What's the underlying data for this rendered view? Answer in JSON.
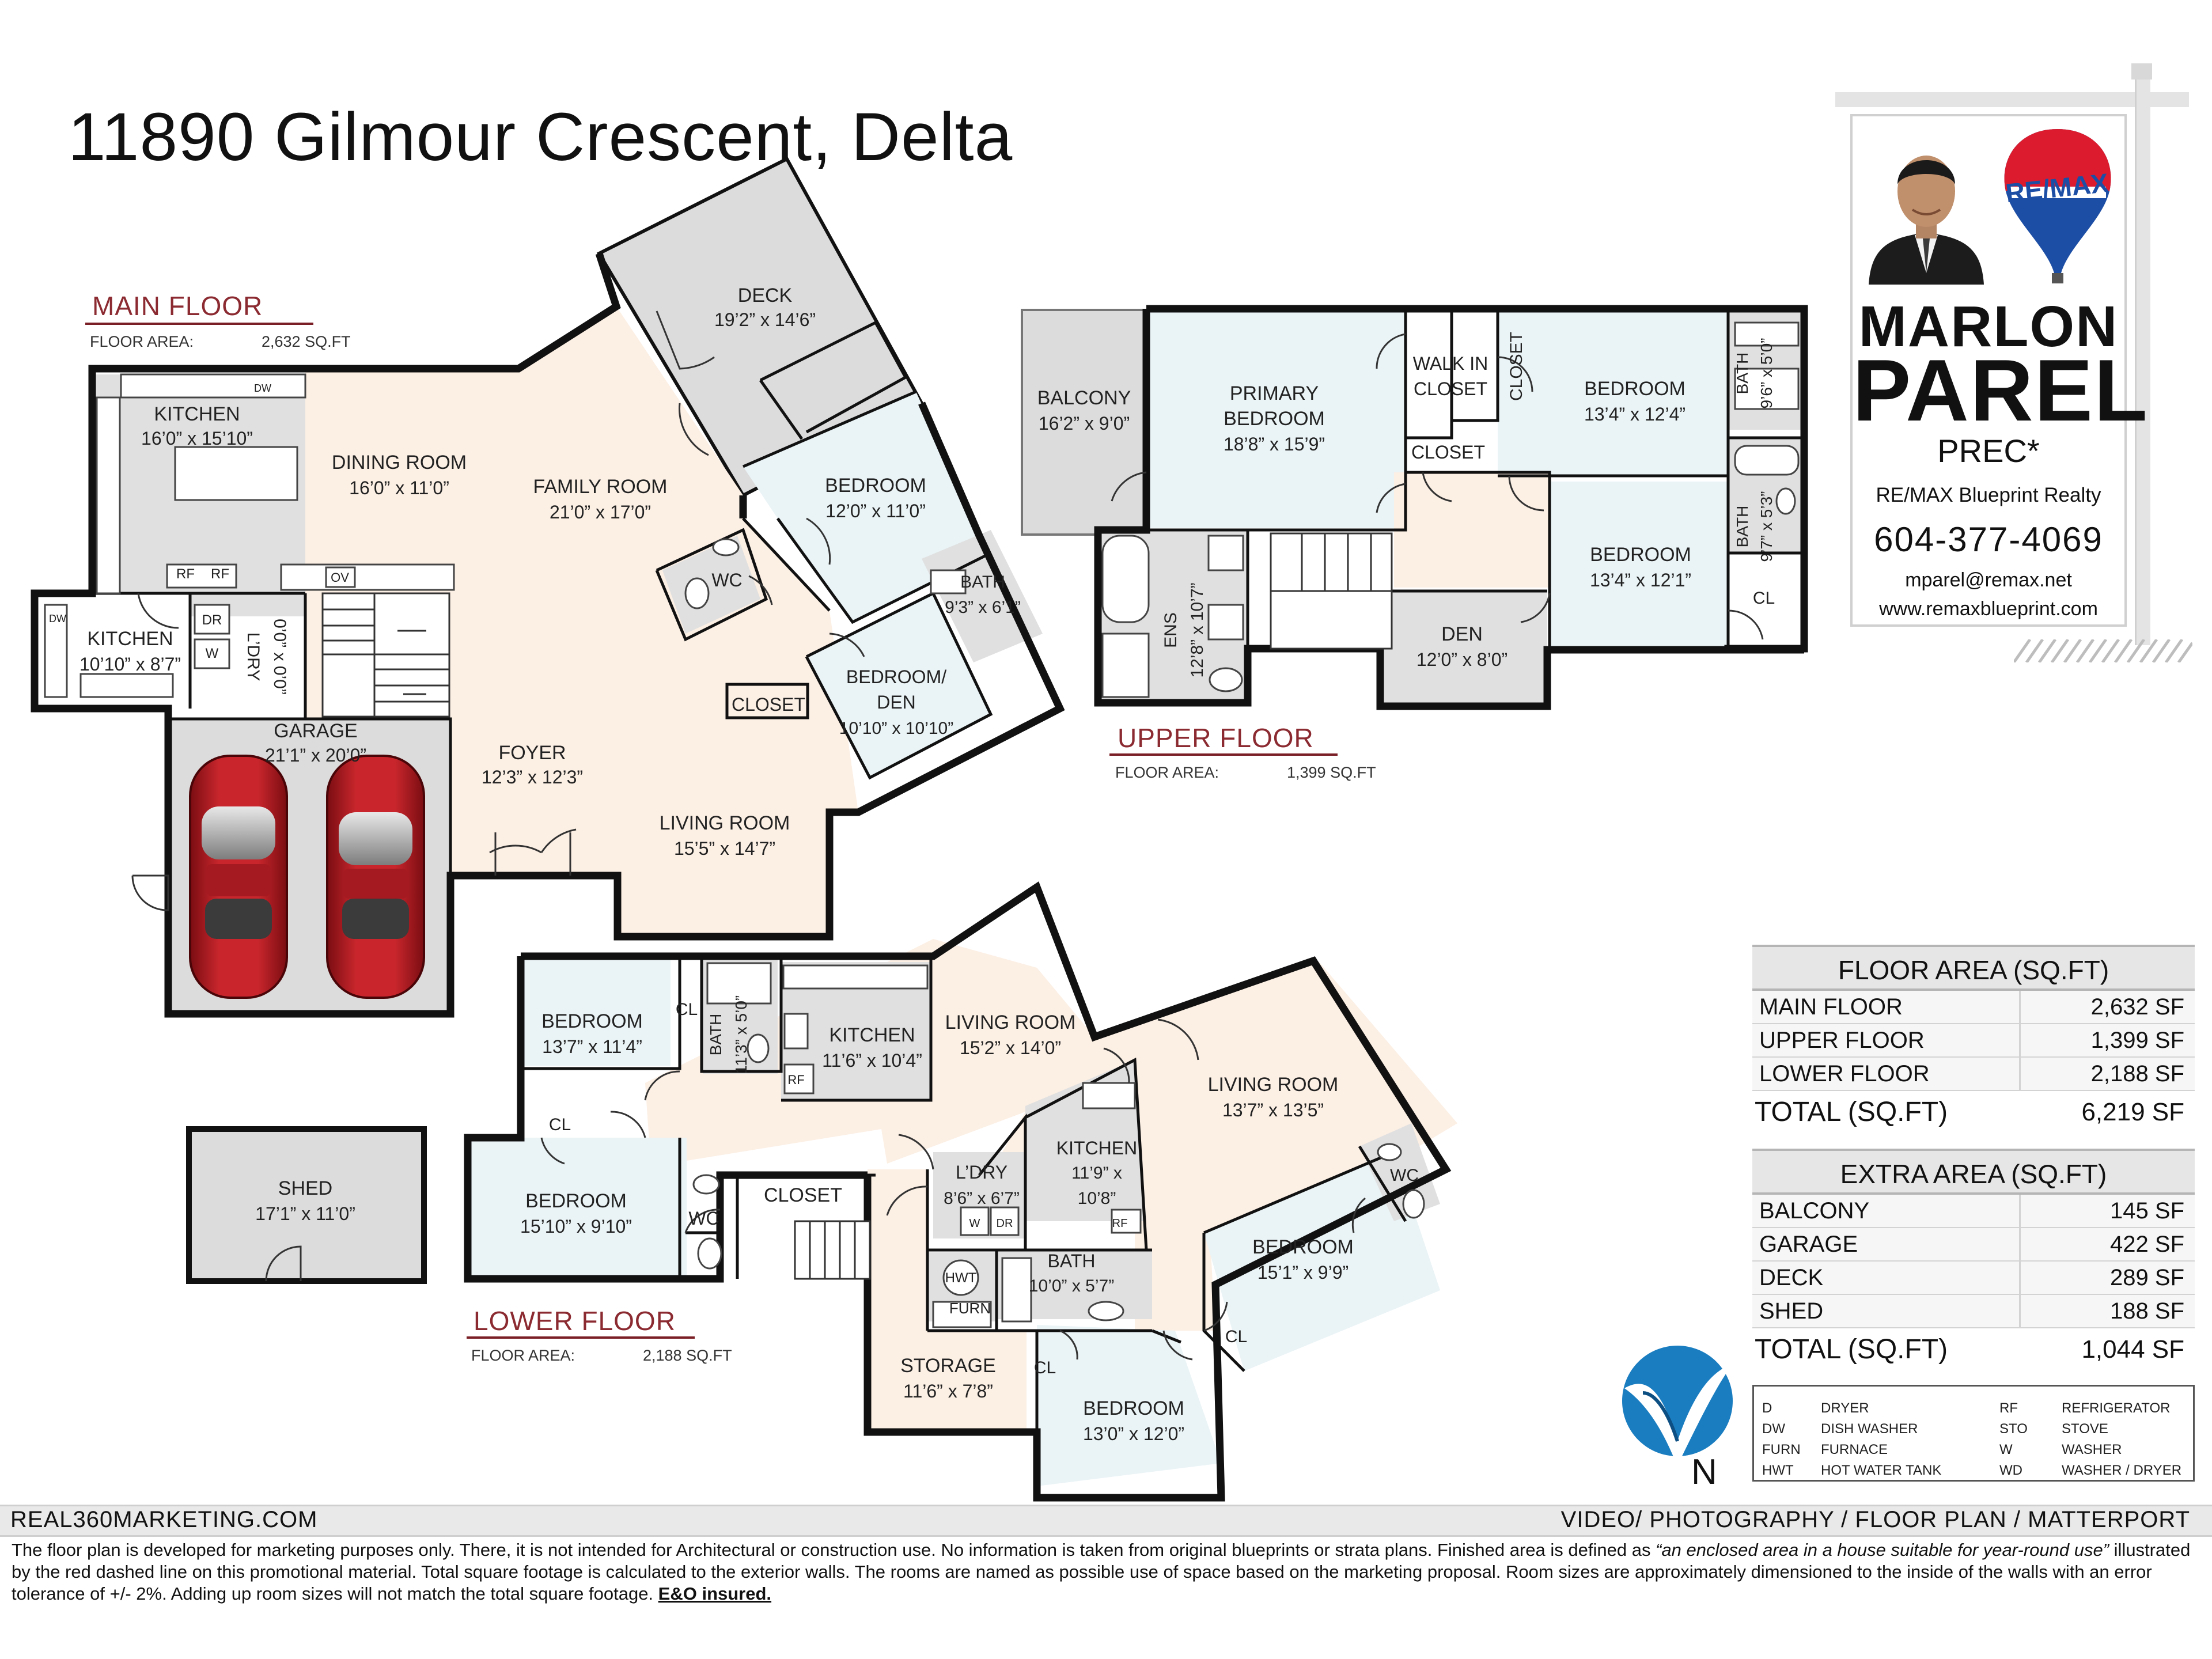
{
  "title": "11890 Gilmour Crescent, Delta",
  "floors": {
    "main": {
      "name": "MAIN FLOOR",
      "area_label": "FLOOR AREA:",
      "area_value": "2,632 SQ.FT"
    },
    "upper": {
      "name": "UPPER FLOOR",
      "area_label": "FLOOR AREA:",
      "area_value": "1,399 SQ.FT"
    },
    "lower": {
      "name": "LOWER FLOOR",
      "area_label": "FLOOR AREA:",
      "area_value": "2,188 SQ.FT"
    }
  },
  "rooms": {
    "deck": [
      "DECK",
      "19’2” x 14’6”"
    ],
    "main_kitchen": [
      "KITCHEN",
      "16’0” x 15’10”"
    ],
    "dining": [
      "DINING ROOM",
      "16’0” x 11’0”"
    ],
    "family": [
      "FAMILY ROOM",
      "21’0” x 17’0”"
    ],
    "main_bedroom": [
      "BEDROOM",
      "12’0” x 11’0”"
    ],
    "main_wc": [
      "WC"
    ],
    "main_bath": [
      "BATH",
      "9’3” x 6’1”"
    ],
    "wok_kitchen": [
      "KITCHEN",
      "10’10” x 8’7”"
    ],
    "main_laundry": [
      "L’DRY",
      "0’0” x 0’0”"
    ],
    "garage": [
      "GARAGE",
      "21’1” x 20’0”"
    ],
    "foyer": [
      "FOYER",
      "12’3” x 12’3”"
    ],
    "main_closet": [
      "CLOSET"
    ],
    "bedroom_den": [
      "BEDROOM/",
      "DEN",
      "10’10” x 10’10”"
    ],
    "main_living": [
      "LIVING ROOM",
      "15’5” x 14’7”"
    ],
    "balcony": [
      "BALCONY",
      "16’2” x 9’0”"
    ],
    "primary": [
      "PRIMARY",
      "BEDROOM",
      "18’8” x 15’9”"
    ],
    "walkin": [
      "WALK IN",
      "CLOSET"
    ],
    "up_closet_v": [
      "CLOSET"
    ],
    "up_bed1": [
      "BEDROOM",
      "13’4” x 12’4”"
    ],
    "up_bath1": [
      "BATH",
      "9’6” x 5’0”"
    ],
    "up_closet": [
      "CLOSET"
    ],
    "up_bed2": [
      "BEDROOM",
      "13’4” x 12’1”"
    ],
    "up_bath2": [
      "BATH",
      "9’7” x 5’3”"
    ],
    "up_cl": [
      "CL"
    ],
    "ens": [
      "ENS",
      "12’8” x 10’7”"
    ],
    "up_den": [
      "DEN",
      "12’0” x 8’0”"
    ],
    "lw_bed1": [
      "BEDROOM",
      "13’7” x 11’4”"
    ],
    "lw_cl1": [
      "CL"
    ],
    "lw_bath1": [
      "BATH",
      "11’3” x 5’0”"
    ],
    "lw_kitchen1": [
      "KITCHEN",
      "11’6” x 10’4”"
    ],
    "lw_living1": [
      "LIVING ROOM",
      "15’2” x 14’0”"
    ],
    "lw_living2": [
      "LIVING ROOM",
      "13’7” x 13’5”"
    ],
    "shed": [
      "SHED",
      "17’1” x 11’0”"
    ],
    "lw_cl2": [
      "CL"
    ],
    "lw_bed2": [
      "BEDROOM",
      "15’10” x 9’10”"
    ],
    "lw_wc1": [
      "WC"
    ],
    "lw_closet": [
      "CLOSET"
    ],
    "lw_laundry": [
      "L’DRY",
      "8’6” x 6’7”"
    ],
    "lw_kitchen2": [
      "KITCHEN",
      "11’9” x",
      "10’8”"
    ],
    "lw_wc2": [
      "WC"
    ],
    "lw_bed3": [
      "BEDROOM",
      "15’1” x 9’9”"
    ],
    "lw_bath2": [
      "BATH",
      "10’0” x 5’7”"
    ],
    "storage": [
      "STORAGE",
      "11’6” x 7’8”"
    ],
    "lw_cl3": [
      "CL"
    ],
    "lw_cl4": [
      "CL"
    ],
    "lw_bed4": [
      "BEDROOM",
      "13’0” x 12’0”"
    ]
  },
  "fixture_labels": {
    "dw": "DW",
    "dr": "DR",
    "w": "W",
    "rf": "RF",
    "ov": "OV",
    "hwt": "HWT",
    "furn": "FURN"
  },
  "agent": {
    "first": "MARLON",
    "last": "PAREL",
    "designation": "PREC*",
    "company": "RE/MAX Blueprint Realty",
    "phone": "604-377-4069",
    "email": "mparel@remax.net",
    "website": "www.remaxblueprint.com",
    "brand": "RE/MAX"
  },
  "floor_area_table": {
    "heading": "FLOOR AREA (SQ.FT)",
    "rows": [
      {
        "label": "MAIN FLOOR",
        "value": "2,632 SF"
      },
      {
        "label": "UPPER FLOOR",
        "value": "1,399 SF"
      },
      {
        "label": "LOWER FLOOR",
        "value": "2,188 SF"
      }
    ],
    "total_label": "TOTAL (SQ.FT)",
    "total_value": "6,219 SF"
  },
  "extra_area_table": {
    "heading": "EXTRA AREA (SQ.FT)",
    "rows": [
      {
        "label": "BALCONY",
        "value": "145 SF"
      },
      {
        "label": "GARAGE",
        "value": "422 SF"
      },
      {
        "label": "DECK",
        "value": "289 SF"
      },
      {
        "label": "SHED",
        "value": "188 SF"
      }
    ],
    "total_label": "TOTAL (SQ.FT)",
    "total_value": "1,044 SF"
  },
  "legend": [
    {
      "abbr": "D",
      "meaning": "DRYER"
    },
    {
      "abbr": "DW",
      "meaning": "DISH WASHER"
    },
    {
      "abbr": "FURN",
      "meaning": "FURNACE"
    },
    {
      "abbr": "HWT",
      "meaning": "HOT WATER TANK"
    },
    {
      "abbr": "RF",
      "meaning": "REFRIGERATOR"
    },
    {
      "abbr": "STO",
      "meaning": "STOVE"
    },
    {
      "abbr": "W",
      "meaning": "WASHER"
    },
    {
      "abbr": "WD",
      "meaning": "WASHER / DRYER"
    }
  ],
  "compass": {
    "letter": "N"
  },
  "footer": {
    "left": "REAL360MARKETING.COM",
    "right": "VIDEO/ PHOTOGRAPHY / FLOOR PLAN / MATTERPORT",
    "disclaimer_a": "The floor plan is developed for marketing purposes only. There, it is not intended for Architectural or construction use. No information is  taken from original blueprints or strata plans. Finished area is defined as ",
    "disclaimer_em": "“an enclosed area in a house suitable for year-round use”",
    "disclaimer_b": " illustrated by the red dashed line on this promotional material. Total square footage is calculated to the exterior walls. The rooms are named as possible use of space based on the marketing proposal. Room sizes are approximately dimensioned to the inside of the walls with an error tolerance of +/- 2%. Adding up room sizes will not match the total square footage. ",
    "disclaimer_strong": "E&O insured."
  },
  "colors": {
    "living_fill": "#fcefe4",
    "bedroom_fill": "#eaf3f6",
    "service_fill": "#e0e0e0",
    "floor_label": "#8b2a30",
    "car": "#b01c22",
    "remax_red": "#dc1c2e",
    "remax_blue": "#1d4ea5"
  }
}
